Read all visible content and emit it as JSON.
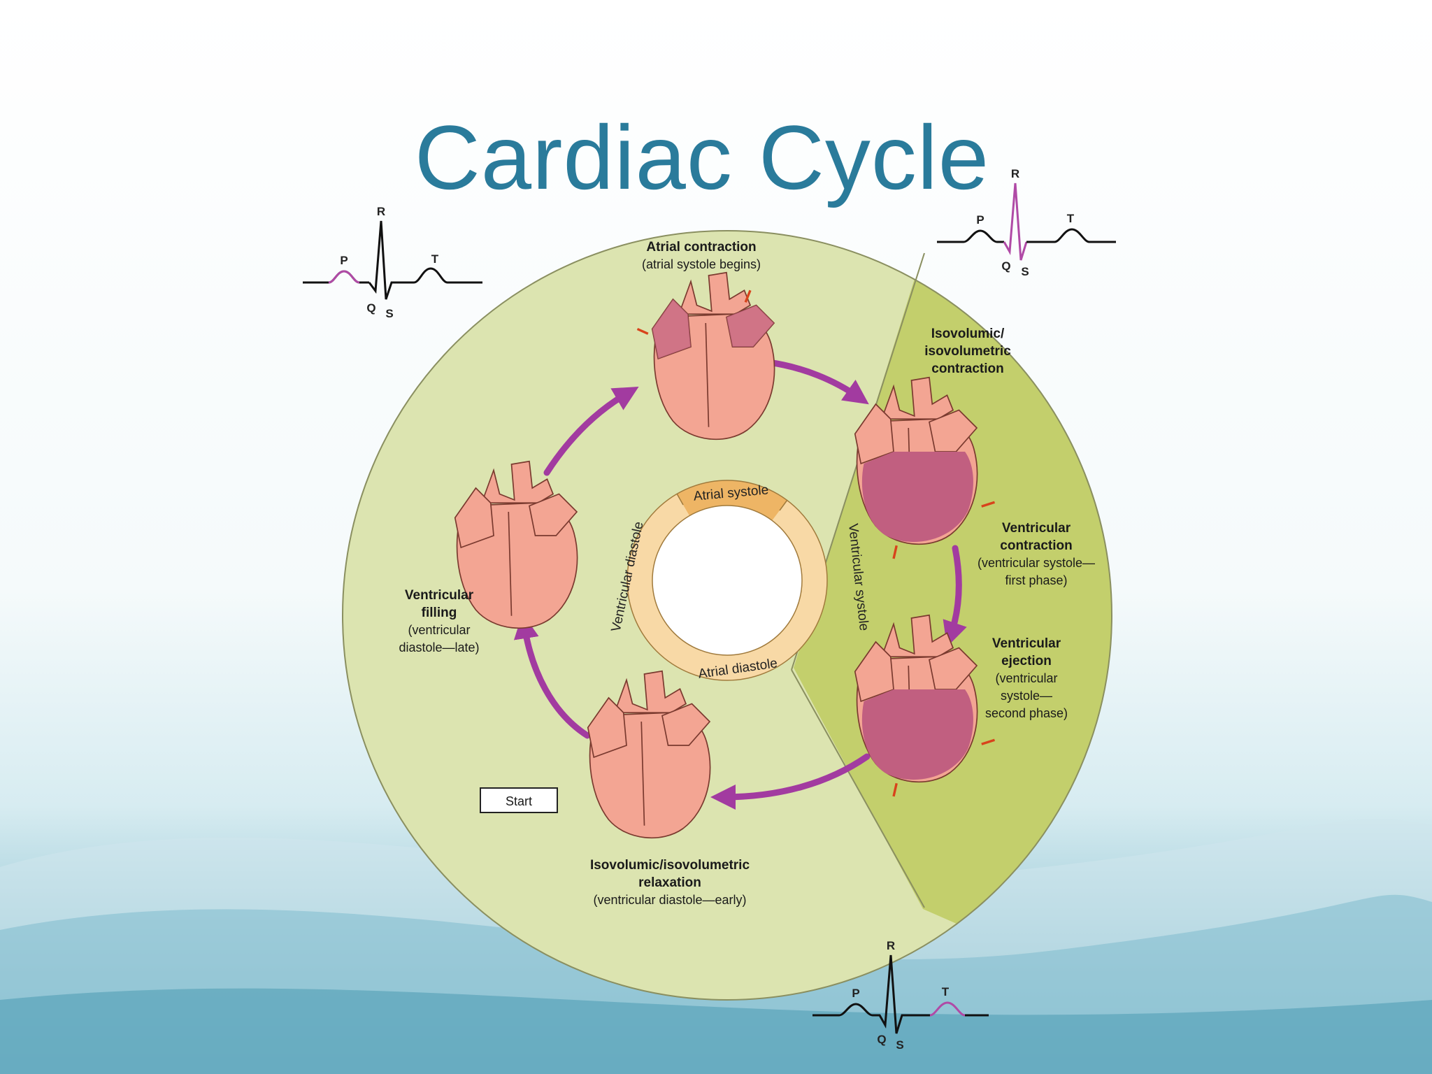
{
  "title": "Cardiac Cycle",
  "start_label": "Start",
  "phases": {
    "atrial_contraction": {
      "title": "Atrial contraction",
      "subtitle": "(atrial systole begins)"
    },
    "isovolumic_contraction": {
      "line1": "Isovolumic/",
      "line2": "isovolumetric",
      "line3": "contraction"
    },
    "ventricular_contraction": {
      "line1": "Ventricular",
      "line2": "contraction",
      "line3": "(ventricular systole—",
      "line4": "first phase)"
    },
    "ventricular_ejection": {
      "line1": "Ventricular",
      "line2": "ejection",
      "line3": "(ventricular",
      "line4": "systole—",
      "line5": "second phase)"
    },
    "isovolumic_relaxation": {
      "line1": "Isovolumic/isovolumetric",
      "line2": "relaxation",
      "line3": "(ventricular diastole—early)"
    },
    "ventricular_filling": {
      "line1": "Ventricular",
      "line2": "filling",
      "line3": "(ventricular",
      "line4": "diastole—late)"
    }
  },
  "ring": {
    "atrial_systole": "Atrial systole",
    "atrial_diastole": "Atrial diastole",
    "ventricular_diastole": "Ventricular diastole",
    "ventricular_systole": "Ventricular systole"
  },
  "ecg": {
    "p": "P",
    "q": "Q",
    "r": "R",
    "s": "S",
    "t": "T"
  },
  "colors": {
    "title": "#2a7b9b",
    "diastole_region": "#dce4b0",
    "systole_region": "#c3cf6c",
    "arrow": "#a23ba0",
    "heart": "#f3a593",
    "ventricle_contracted": "#c15f80",
    "ring_band": "#f8d9a6",
    "ring_highlight": "#eeb565"
  }
}
